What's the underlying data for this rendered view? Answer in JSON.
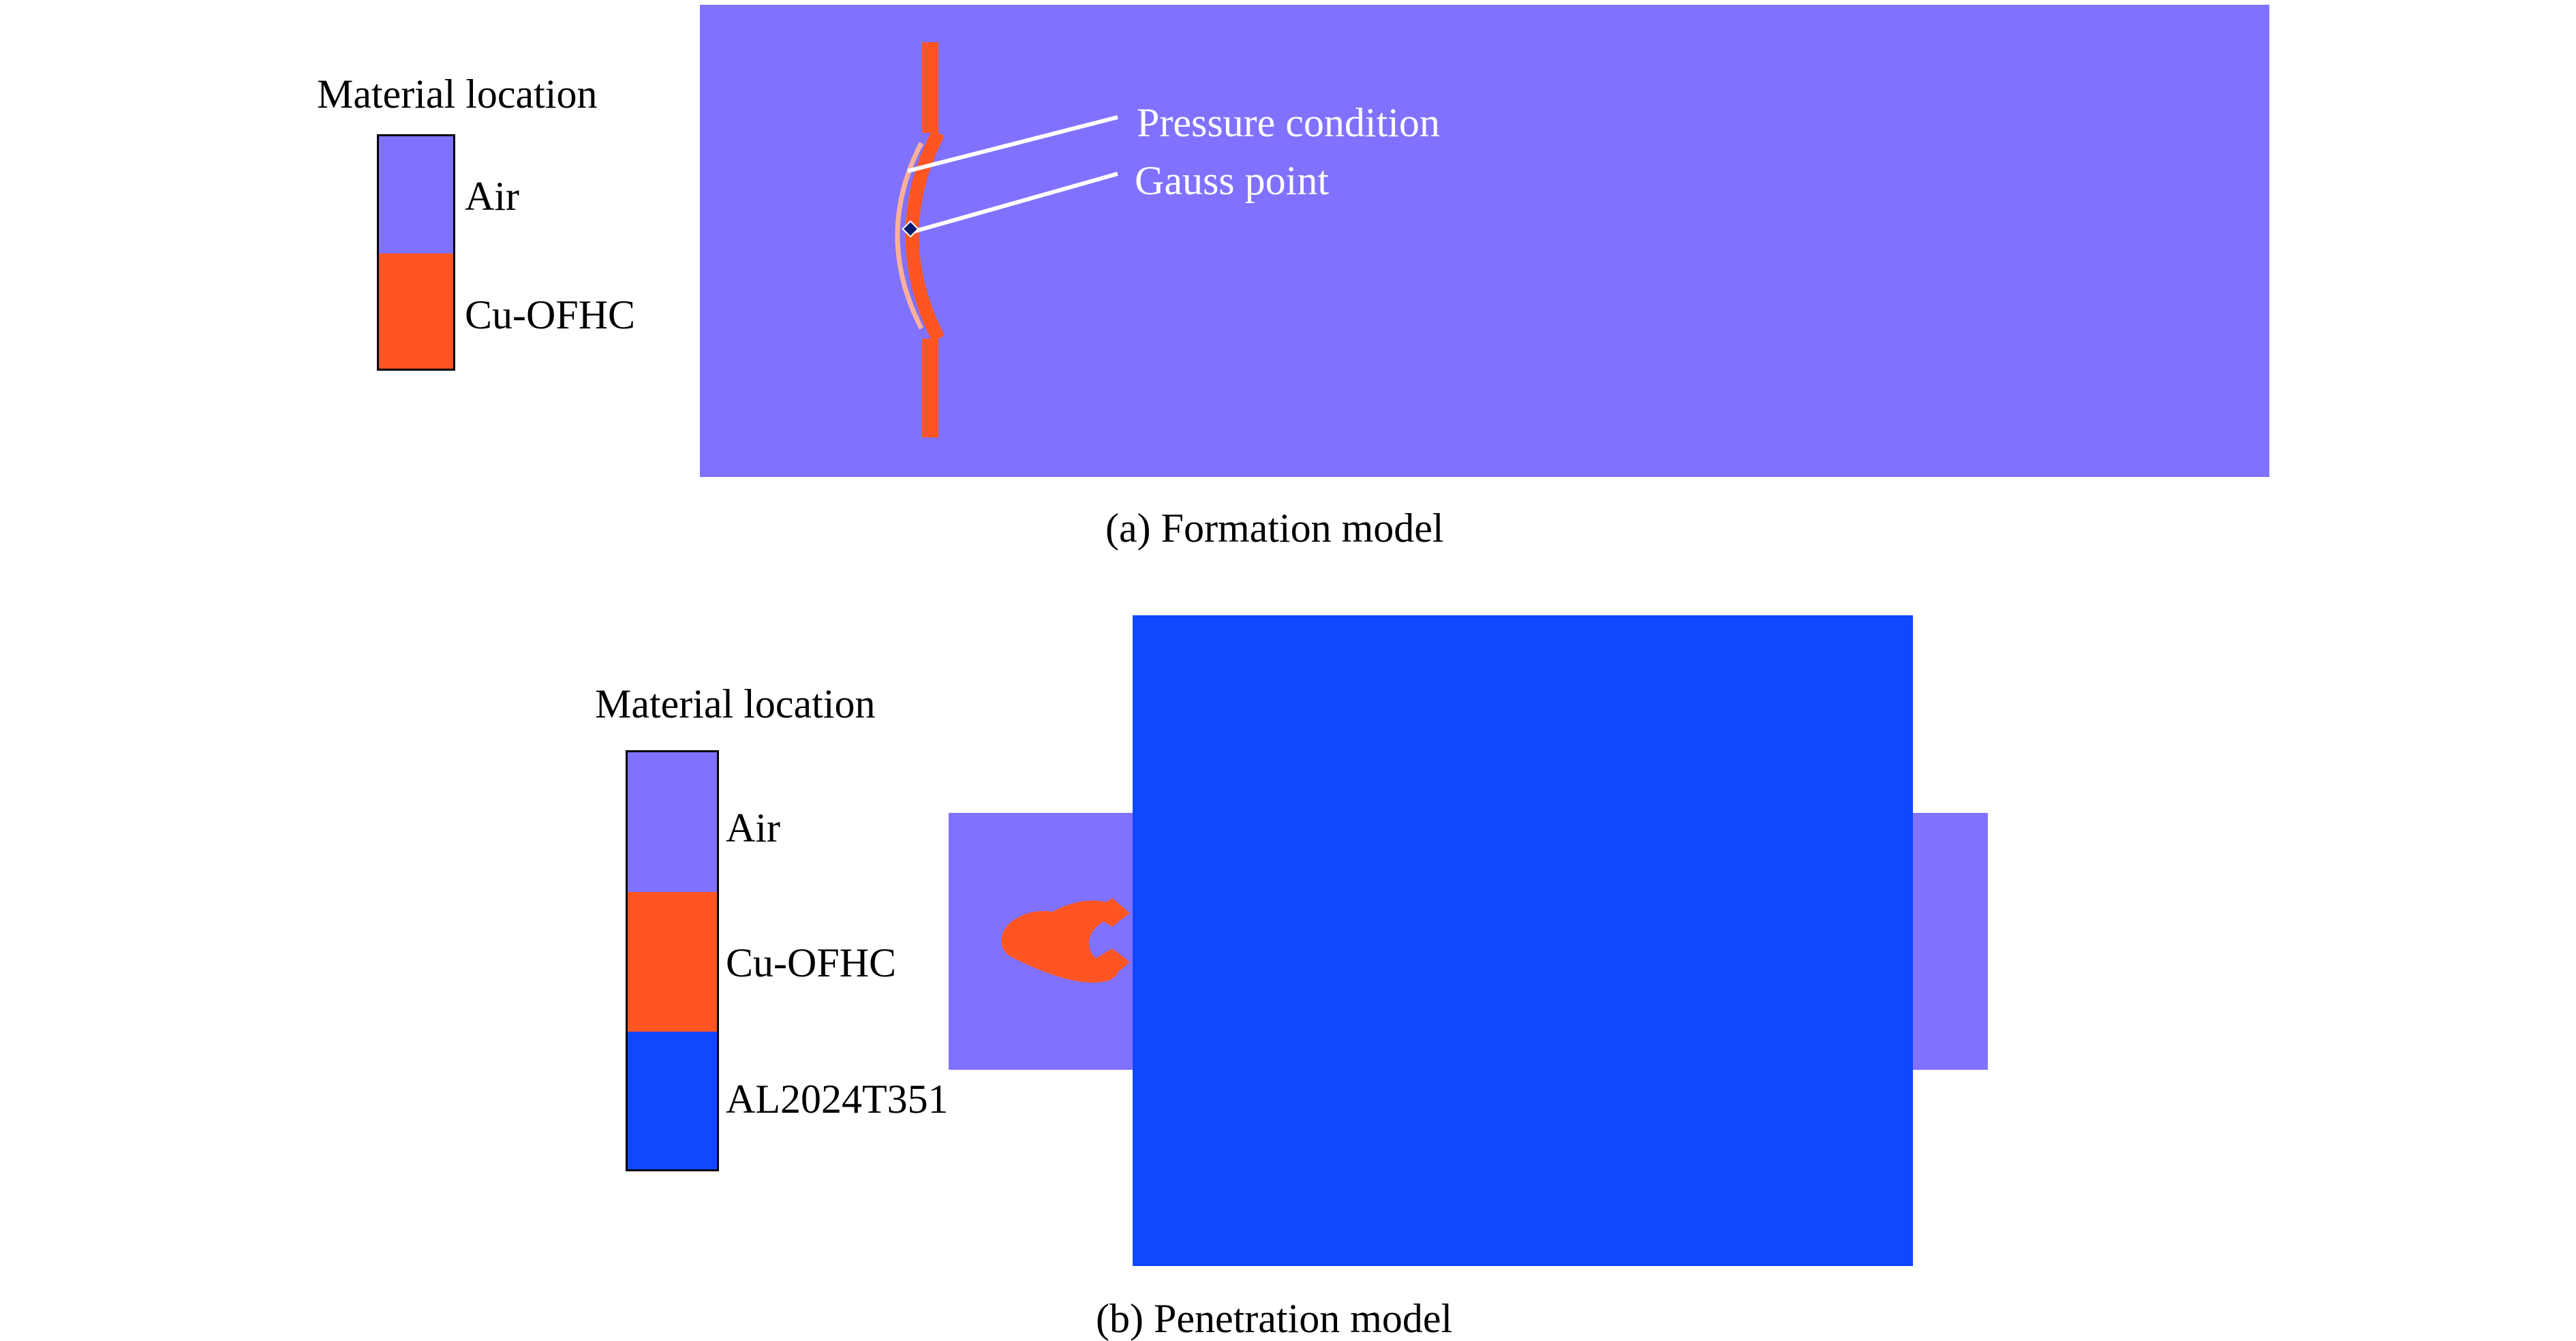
{
  "panel_a": {
    "legend": {
      "title": "Material location",
      "items": [
        {
          "label": "Air",
          "color": "#8072FF"
        },
        {
          "label": "Cu-OFHC",
          "color": "#FF5522"
        }
      ]
    },
    "annotations": {
      "pressure": "Pressure condition",
      "gauss": "Gauss point"
    },
    "caption": "(a) Formation model"
  },
  "panel_b": {
    "legend": {
      "title": "Material location",
      "items": [
        {
          "label": "Air",
          "color": "#8072FF"
        },
        {
          "label": "Cu-OFHC",
          "color": "#FF5522"
        },
        {
          "label": "AL2024T351",
          "color": "#1048FF"
        }
      ]
    },
    "caption": "(b) Penetration model"
  },
  "colors": {
    "air": "#8072FF",
    "copper": "#FF5522",
    "aluminum": "#1048FF",
    "copper_edge": "#FFB09A"
  }
}
